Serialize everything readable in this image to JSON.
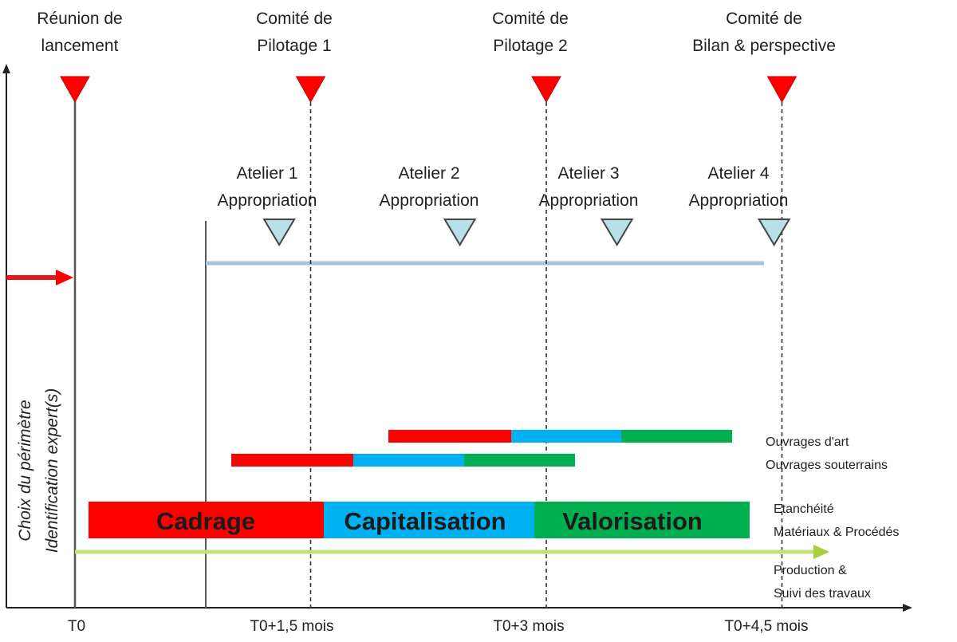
{
  "milestones": [
    {
      "lines": [
        "Réunion de",
        "lancement"
      ],
      "at": 0,
      "dashed": false
    },
    {
      "lines": [
        "Comité de",
        "Pilotage 1"
      ],
      "at": 1.5,
      "dashed": true
    },
    {
      "lines": [
        "Comité de",
        "Pilotage 2"
      ],
      "at": 3,
      "dashed": true
    },
    {
      "lines": [
        "Comité de",
        "Bilan & perspective"
      ],
      "at": 4.5,
      "dashed": true
    }
  ],
  "workshops": [
    {
      "lines": [
        "Atelier 1",
        "Appropriation"
      ],
      "at": 1.3
    },
    {
      "lines": [
        "Atelier 2",
        "Appropriation"
      ],
      "at": 2.45
    },
    {
      "lines": [
        "Atelier 3",
        "Appropriation"
      ],
      "at": 3.45
    },
    {
      "lines": [
        "Atelier 4",
        "Appropriation"
      ],
      "at": 4.45
    }
  ],
  "x_ticks": [
    {
      "label": "T0",
      "at": 0
    },
    {
      "label": "T0+1,5 mois",
      "at": 1.5
    },
    {
      "label": "T0+3 mois",
      "at": 3
    },
    {
      "label": "T0+4,5 mois",
      "at": 4.5
    }
  ],
  "y_axis_label": [
    "Choix du périmètre",
    "Identification expert(s)"
  ],
  "phases": [
    {
      "label": "Cadrage",
      "color": "#ff0000"
    },
    {
      "label": "Capitalisation",
      "color": "#00b0f0"
    },
    {
      "label": "Valorisation",
      "color": "#00b050"
    }
  ],
  "colors": {
    "milestone": "#ff0000",
    "workshop": "#b7e1e6",
    "workshop_line": "#a9c2de",
    "production_arrow": "#c4e07a",
    "entry_arrow": "#ff0000",
    "axis": "#222222"
  },
  "side_labels": [
    "Ouvrages d'art",
    "Ouvrages souterrains",
    "Etanchéité",
    "Matériaux & Procédés",
    "Production &",
    "Suivi des travaux"
  ]
}
